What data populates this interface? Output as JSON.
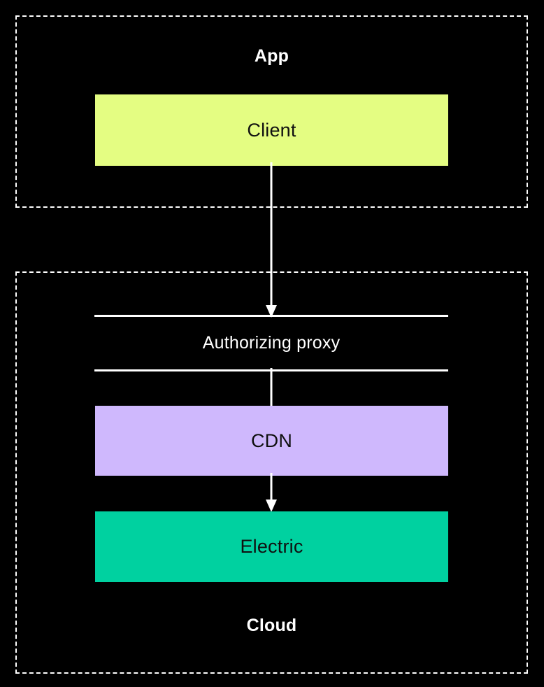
{
  "diagram": {
    "type": "flowchart",
    "background": "#000000",
    "groups": [
      {
        "id": "app",
        "label": "App",
        "style": "dashed-border",
        "border_color": "#ffffff",
        "label_color": "#ffffff"
      },
      {
        "id": "cloud",
        "label": "Cloud",
        "style": "dashed-border",
        "border_color": "#ffffff",
        "label_color": "#ffffff"
      }
    ],
    "nodes": [
      {
        "id": "client",
        "label": "Client",
        "group": "app",
        "shape": "rectangle",
        "fill": "#e4fd82",
        "text_color": "#101010"
      },
      {
        "id": "proxy",
        "label": "Authorizing proxy",
        "group": "cloud",
        "shape": "open-band",
        "fill": "none",
        "line_color": "#ffffff",
        "text_color": "#ffffff"
      },
      {
        "id": "cdn",
        "label": "CDN",
        "group": "cloud",
        "shape": "rectangle",
        "fill": "#cfb8fd",
        "text_color": "#101010"
      },
      {
        "id": "electric",
        "label": "Electric",
        "group": "cloud",
        "shape": "rectangle",
        "fill": "#00d1a0",
        "text_color": "#101010"
      }
    ],
    "edges": [
      {
        "id": "client-to-proxy",
        "from": "client",
        "to": "proxy",
        "label": "",
        "arrowhead": true,
        "color": "#ffffff"
      },
      {
        "id": "proxy-to-cdn",
        "from": "proxy",
        "to": "cdn",
        "label": "",
        "arrowhead": false,
        "color": "#ffffff"
      },
      {
        "id": "cdn-to-electric",
        "from": "cdn",
        "to": "electric",
        "label": "",
        "arrowhead": true,
        "color": "#ffffff"
      }
    ]
  }
}
